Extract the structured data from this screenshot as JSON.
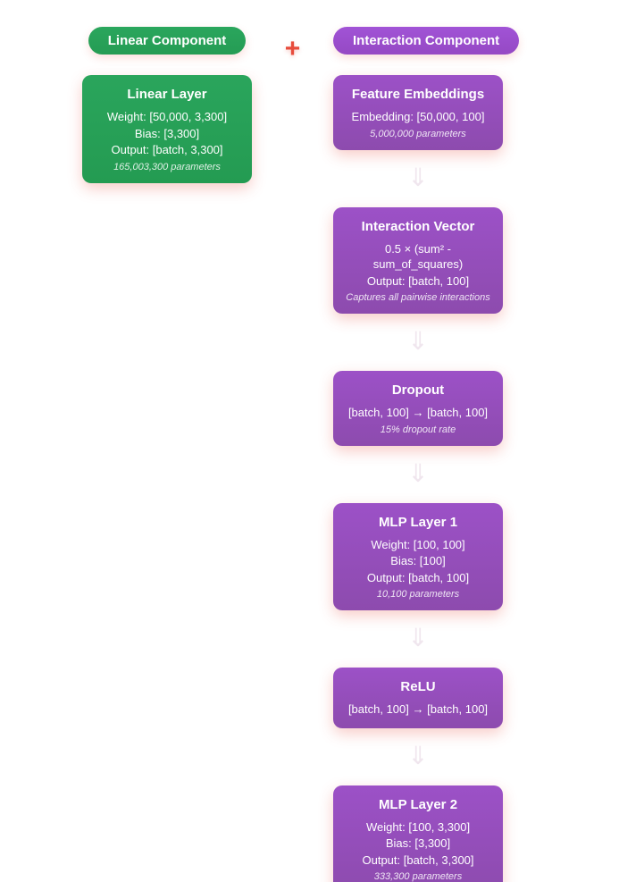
{
  "plus_separator": "+",
  "arrow_glyph": "⇓",
  "colors": {
    "green": "#28a456",
    "purple": "#9b51c0",
    "plus_red": "#e74c3c",
    "shadow_tint": "rgba(231,76,60,0.28)"
  },
  "linear_component": {
    "header": "Linear Component",
    "boxes": [
      {
        "title": "Linear Layer",
        "lines": [
          "Weight: [50,000, 3,300]",
          "Bias: [3,300]",
          "Output: [batch, 3,300]"
        ],
        "note": "165,003,300 parameters"
      }
    ]
  },
  "interaction_component": {
    "header": "Interaction Component",
    "boxes": [
      {
        "title": "Feature Embeddings",
        "lines": [
          "Embedding: [50,000, 100]"
        ],
        "note": "5,000,000 parameters"
      },
      {
        "title": "Interaction Vector",
        "lines": [
          "0.5 × (sum² - sum_of_squares)",
          "Output: [batch, 100]"
        ],
        "note": "Captures all pairwise interactions"
      },
      {
        "title": "Dropout",
        "lines": [
          "[batch, 100] → [batch, 100]"
        ],
        "note": "15% dropout rate"
      },
      {
        "title": "MLP Layer 1",
        "lines": [
          "Weight: [100, 100]",
          "Bias: [100]",
          "Output: [batch, 100]"
        ],
        "note": "10,100 parameters"
      },
      {
        "title": "ReLU",
        "lines": [
          "[batch, 100] → [batch, 100]"
        ],
        "note": null
      },
      {
        "title": "MLP Layer 2",
        "lines": [
          "Weight: [100, 3,300]",
          "Bias: [3,300]",
          "Output: [batch, 3,300]"
        ],
        "note": "333,300 parameters"
      }
    ]
  }
}
